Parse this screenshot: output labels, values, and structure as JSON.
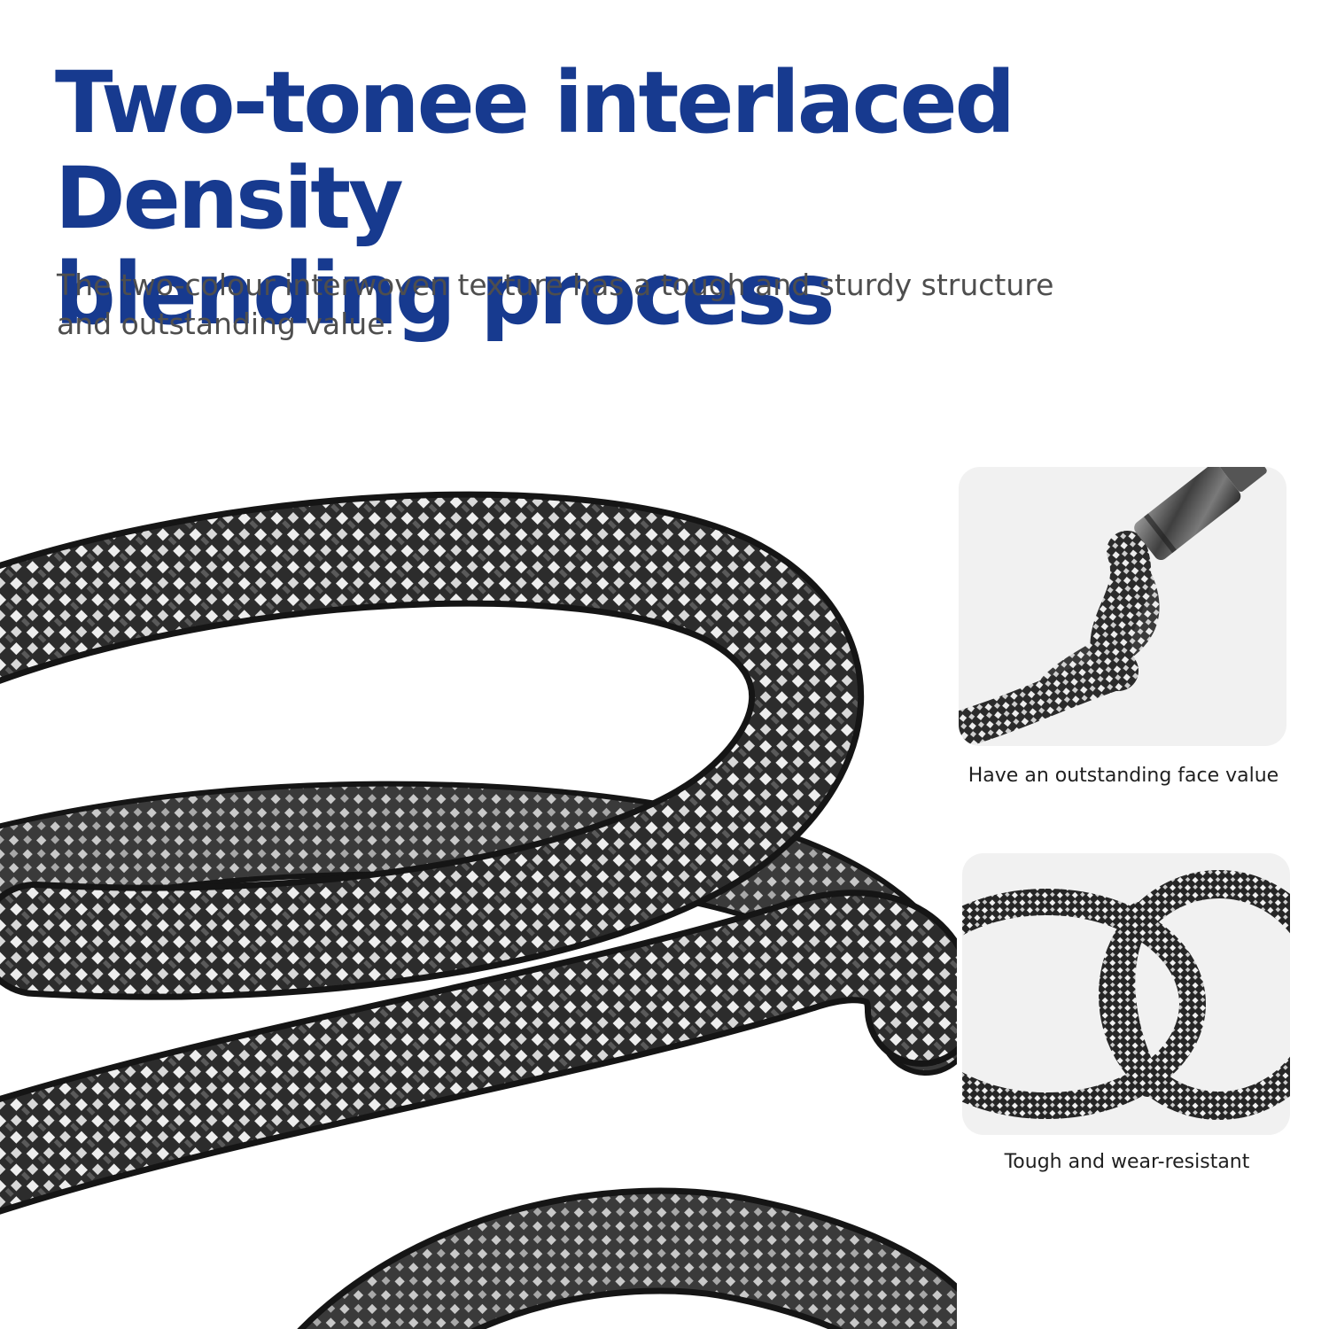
{
  "headline": {
    "line1": "Two-tonee interlaced Density",
    "line2": "blending process"
  },
  "subtitle": {
    "line1": "The two-colour interwoven texture has a tough and sturdy structure",
    "line2": "and outstanding value."
  },
  "features": [
    {
      "caption": "Have an outstanding face value",
      "icon": "cable-connector-twist"
    },
    {
      "caption": "Tough and wear-resistant",
      "icon": "interlinked-cable-loops"
    }
  ],
  "colors": {
    "headline": "#173a8f",
    "subtitle": "#4e4e4e",
    "braid_dark": "#2c2c2c",
    "braid_light": "#eeeeee",
    "thumb_background": "#f1f1f1"
  }
}
